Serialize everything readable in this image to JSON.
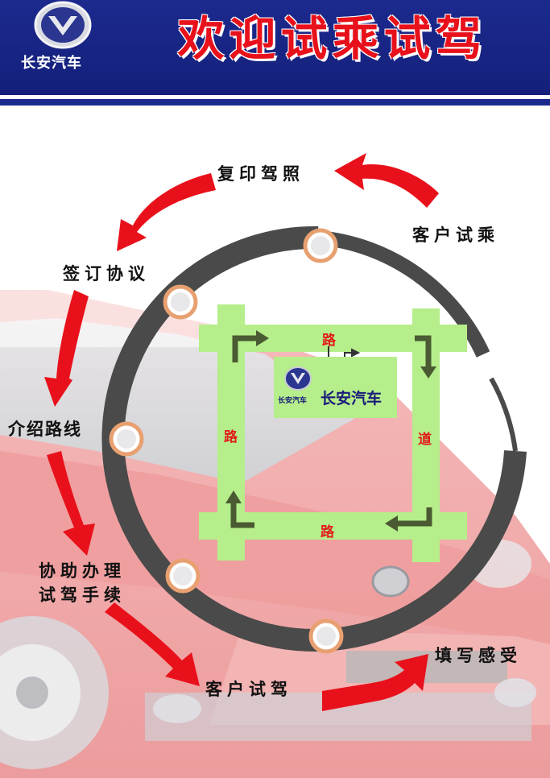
{
  "header": {
    "brand_name": "长安汽车",
    "title": "欢迎试乘试驾"
  },
  "steps": {
    "copy_license": "复印驾照",
    "customer_ride": "客户试乘",
    "sign_agreement": "签订协议",
    "introduce_route": "介绍路线",
    "assist_line1": "协助办理",
    "assist_line2": "试驾手续",
    "customer_drive": "客户试驾",
    "fill_feedback": "填写感受"
  },
  "route_map": {
    "top_road": "路",
    "left_road": "路",
    "right_road": "道",
    "bottom_road": "路",
    "center_brand": "长安汽车",
    "center_brand_small": "长安汽车"
  },
  "colors": {
    "header_blue": "#1c2a8e",
    "title_red": "#e8111b",
    "arrow_red": "#e8111b",
    "road_green": "#b5ee8a",
    "ring_gray": "#4a4a4a",
    "node_orange": "#e8a070"
  }
}
